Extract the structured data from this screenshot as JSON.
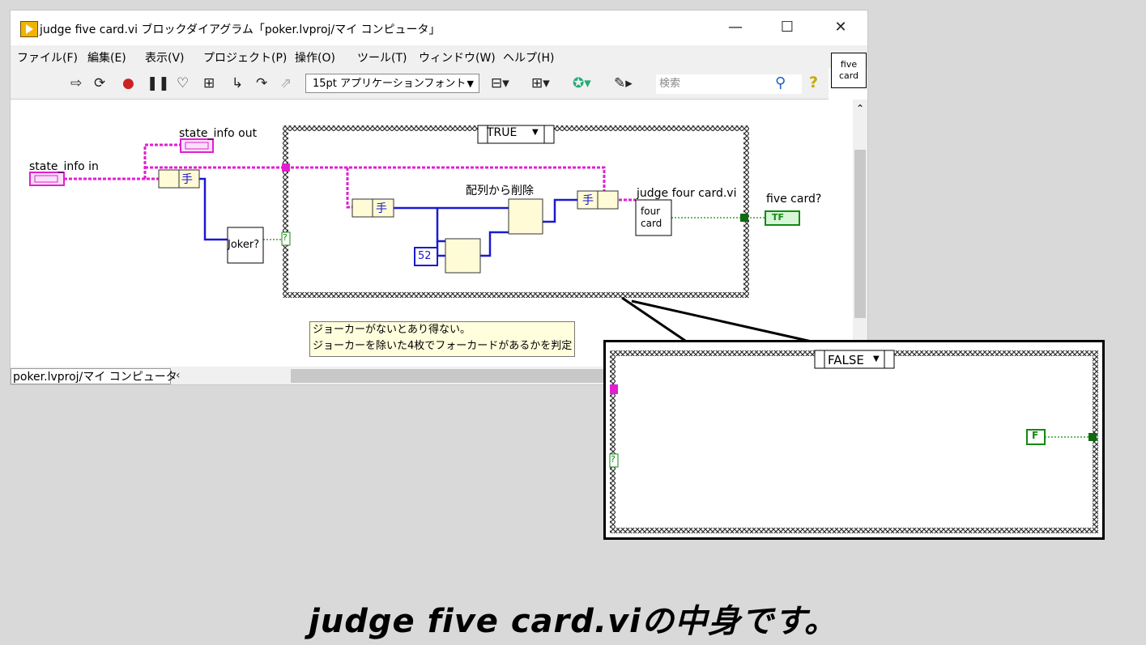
{
  "window": {
    "title": "judge five card.vi ブロックダイアグラム「poker.lvproj/マイ コンピュータ」",
    "minimize": "—",
    "maximize": "☐",
    "close": "✕"
  },
  "menu": [
    "ファイル(F)",
    "編集(E)",
    "表示(V)",
    "プロジェクト(P)",
    "操作(O)",
    "ツール(T)",
    "ウィンドウ(W)",
    "ヘルプ(H)"
  ],
  "toolbar": {
    "font": "15pt アプリケーションフォント",
    "search_placeholder": "検索",
    "icons": [
      "run-icon",
      "run-continuous-icon",
      "abort-icon",
      "pause-icon",
      "highlight-icon",
      "retain-wire-icon",
      "step-into-icon",
      "step-over-icon",
      "step-out-icon",
      "align-icon",
      "distribute-icon",
      "reorder-icon",
      "cleanup-icon",
      "search-icon",
      "help-icon"
    ]
  },
  "vi_icon": {
    "line1": "five",
    "line2": "card"
  },
  "diagram": {
    "state_info_in": "state_info in",
    "state_info_out": "state_info out",
    "case_true": "TRUE",
    "hand_label": "手",
    "joker": "Joker?",
    "delete_from_array": "配列から削除",
    "constant_52": "52",
    "judge_four_card": "judge four card.vi",
    "four_card_line1": "four",
    "four_card_line2": "card",
    "five_card": "five card?",
    "tf": "TF",
    "question": "?",
    "comment_line1": "ジョーカーがないとあり得ない。",
    "comment_line2": "ジョーカーを除いた4枚でフォーカードがあるかを判定"
  },
  "project_tab": "poker.lvproj/マイ コンピュータ",
  "zoom": {
    "case_false": "FALSE",
    "false_const": "F",
    "question": "?"
  },
  "caption": "judge five card.viの中身です。",
  "colors": {
    "cluster_wire": "#e020d0",
    "int_wire": "#1a1ad0",
    "bool_wire": "#138a13",
    "case_border": "#222222"
  }
}
